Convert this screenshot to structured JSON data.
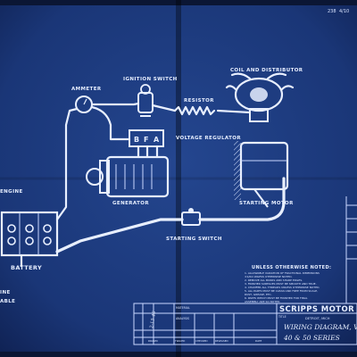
{
  "diagram": {
    "labels": {
      "ammeter": "AMMETER",
      "ignition_switch": "IGNITION SWITCH",
      "coil_and_distributor": "COIL AND DISTRIBUTOR",
      "resistor": "RESISTOR",
      "voltage_regulator": "VOLTAGE REGULATOR",
      "regulator_terminal_b": "B",
      "regulator_terminal_f": "F",
      "regulator_terminal_a": "A",
      "generator": "GENERATOR",
      "starting_motor": "STARTING MOTOR",
      "starting_switch": "STARTING SWITCH",
      "battery": "BATTERY",
      "engine_left": "ENGINE",
      "engine_lower_left_1": "INE",
      "engine_lower_left_2": "ABLE"
    },
    "notes_title": "UNLESS OTHERWISE NOTED:",
    "notes": [
      "1. ALLOWABLE VARIATION OF FRACTIONAL DIMENSIONS",
      "   ±1/64 UNLESS OTHERWISE NOTED.",
      "2. REMOVE ALL BURRS AND SHARP EDGES.",
      "3. FINISHED SURFACES MUST BE SMOOTH AND TRUE.",
      "4. CHAMFER ALL THREADS UNLESS OTHERWISE NOTED.",
      "5. ALL PARTS MUST BE CLEAN AND FREE FROM SCALE,",
      "   RUST, GREASE, ETC.",
      "6. PARTS WHICH MUST BE FINISHED FOR FINAL",
      "   ASSEMBLY ARE SO NOTED."
    ],
    "title_block": {
      "company": "SCRIPPS MOTOR",
      "company_location": "DETROIT, MICH",
      "drawing_title": "WIRING DIAGRAM, V",
      "series": "40 & 50 SERIES",
      "material_label": "MATERIAL",
      "analysis_label": "ANALYSIS",
      "title_label": "TITLE",
      "date_note": "2-13-46",
      "footer_cells": [
        "DRAWN",
        "TRACED",
        "CHECKED",
        "RELEASED",
        "DATE"
      ]
    },
    "corner_marks": [
      "238",
      "4/10"
    ]
  }
}
